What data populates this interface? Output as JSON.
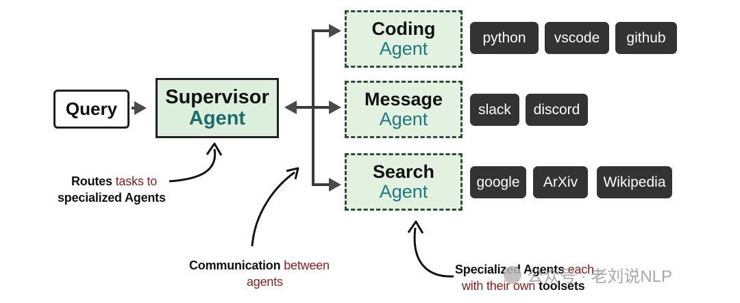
{
  "nodes": {
    "query": {
      "label": "Query"
    },
    "supervisor": {
      "line1": "Supervisor",
      "line2": "Agent"
    },
    "agents": [
      {
        "line1": "Coding",
        "line2": "Agent",
        "tools": [
          "python",
          "vscode",
          "github"
        ]
      },
      {
        "line1": "Message",
        "line2": "Agent",
        "tools": [
          "slack",
          "discord"
        ]
      },
      {
        "line1": "Search",
        "line2": "Agent",
        "tools": [
          "google",
          "ArXiv",
          "Wikipedia"
        ]
      }
    ]
  },
  "annotations": {
    "routes": {
      "bold1": "Routes",
      "red1": "tasks to",
      "bold2": "specialized Agents"
    },
    "communication": {
      "bold1": "Communication",
      "red1": "between",
      "plain2": "agents"
    },
    "specialized": {
      "bold1": "Specialized Agents",
      "red1": "each",
      "red2": "with their own",
      "bold2": "toolsets"
    }
  },
  "watermark": {
    "text": "公众号 · 老刘说NLP"
  },
  "colors": {
    "supervisor_fill": "#dcefdc",
    "agent_fill": "#e3f2e0",
    "tool_fill": "#333333",
    "accent_teal": "#1d7a7a",
    "annotation_red": "#8b1c1c"
  }
}
